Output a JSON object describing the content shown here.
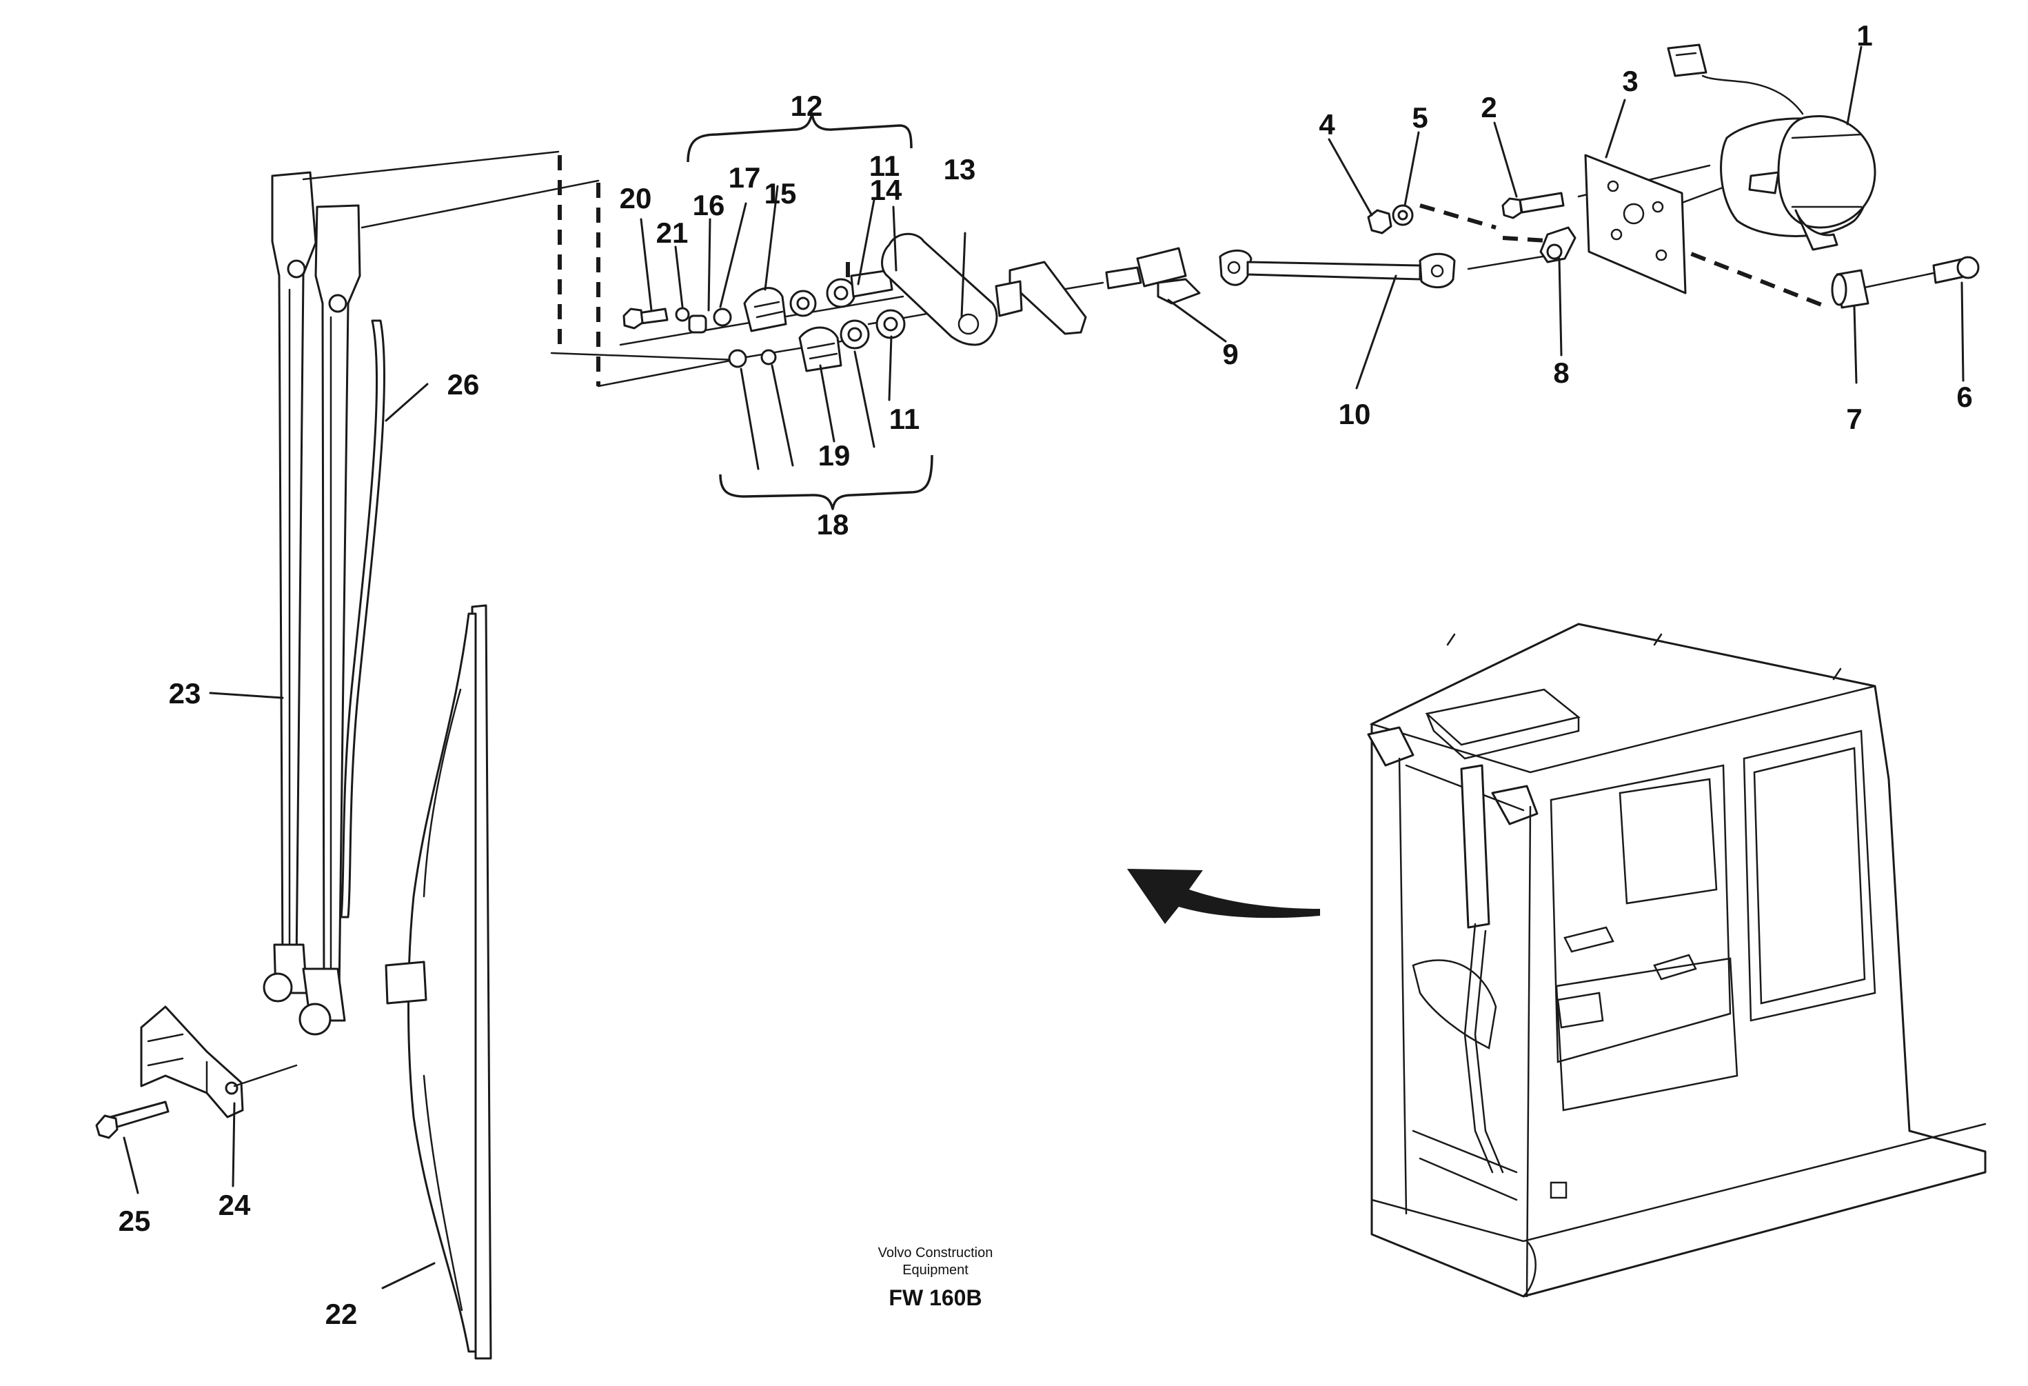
{
  "figure": {
    "caption_line1": "Volvo Construction",
    "caption_line2": "Equipment",
    "figure_code": "FW 160B"
  },
  "callouts": [
    "1",
    "2",
    "3",
    "4",
    "5",
    "6",
    "7",
    "8",
    "9",
    "10",
    "11",
    "11",
    "12",
    "13",
    "14",
    "15",
    "16",
    "17",
    "18",
    "19",
    "20",
    "21",
    "22",
    "23",
    "24",
    "25",
    "26"
  ]
}
